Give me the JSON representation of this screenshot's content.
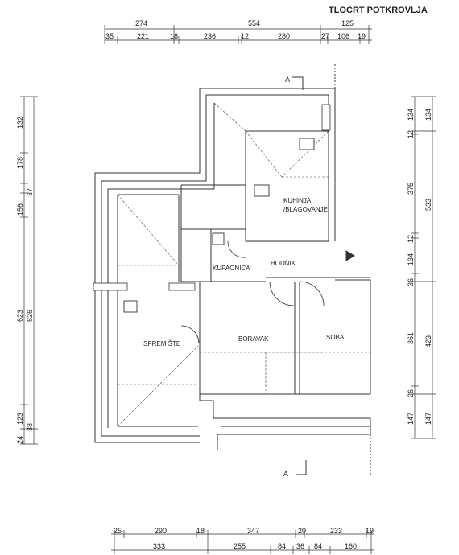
{
  "title": "TLOCRT POTKROVLJA",
  "rooms": {
    "kitchen": "KUHINJA\n/BLAGOVANJE",
    "kitchen_line1": "KUHINJA",
    "kitchen_line2": "/BLAGOVANJE",
    "bathroom": "KUPAONICA",
    "hallway": "HODNIK",
    "storage": "SPREMIŠTE",
    "living": "BORAVAK",
    "room": "SOBA"
  },
  "section_marker": "A",
  "dims_top_outer": [
    "274",
    "554",
    "125"
  ],
  "dims_top_inner": [
    "35",
    "221",
    "18",
    "236",
    "12",
    "280",
    "27",
    "106",
    "19"
  ],
  "dims_bottom_outer": [
    "333",
    "255",
    "84",
    "36",
    "84",
    "160"
  ],
  "dims_bottom_inner": [
    "25",
    "290",
    "18",
    "347",
    "20",
    "233",
    "19"
  ],
  "dims_left_outer": [
    "826",
    "38"
  ],
  "dims_left_inner": [
    "132",
    "178",
    "37",
    "156",
    "623",
    "123",
    "24"
  ],
  "dims_right_outer": [
    "134",
    "533",
    "423",
    "147"
  ],
  "dims_right_inner": [
    "134",
    "12",
    "375",
    "12",
    "134",
    "36",
    "361",
    "26",
    "147"
  ]
}
